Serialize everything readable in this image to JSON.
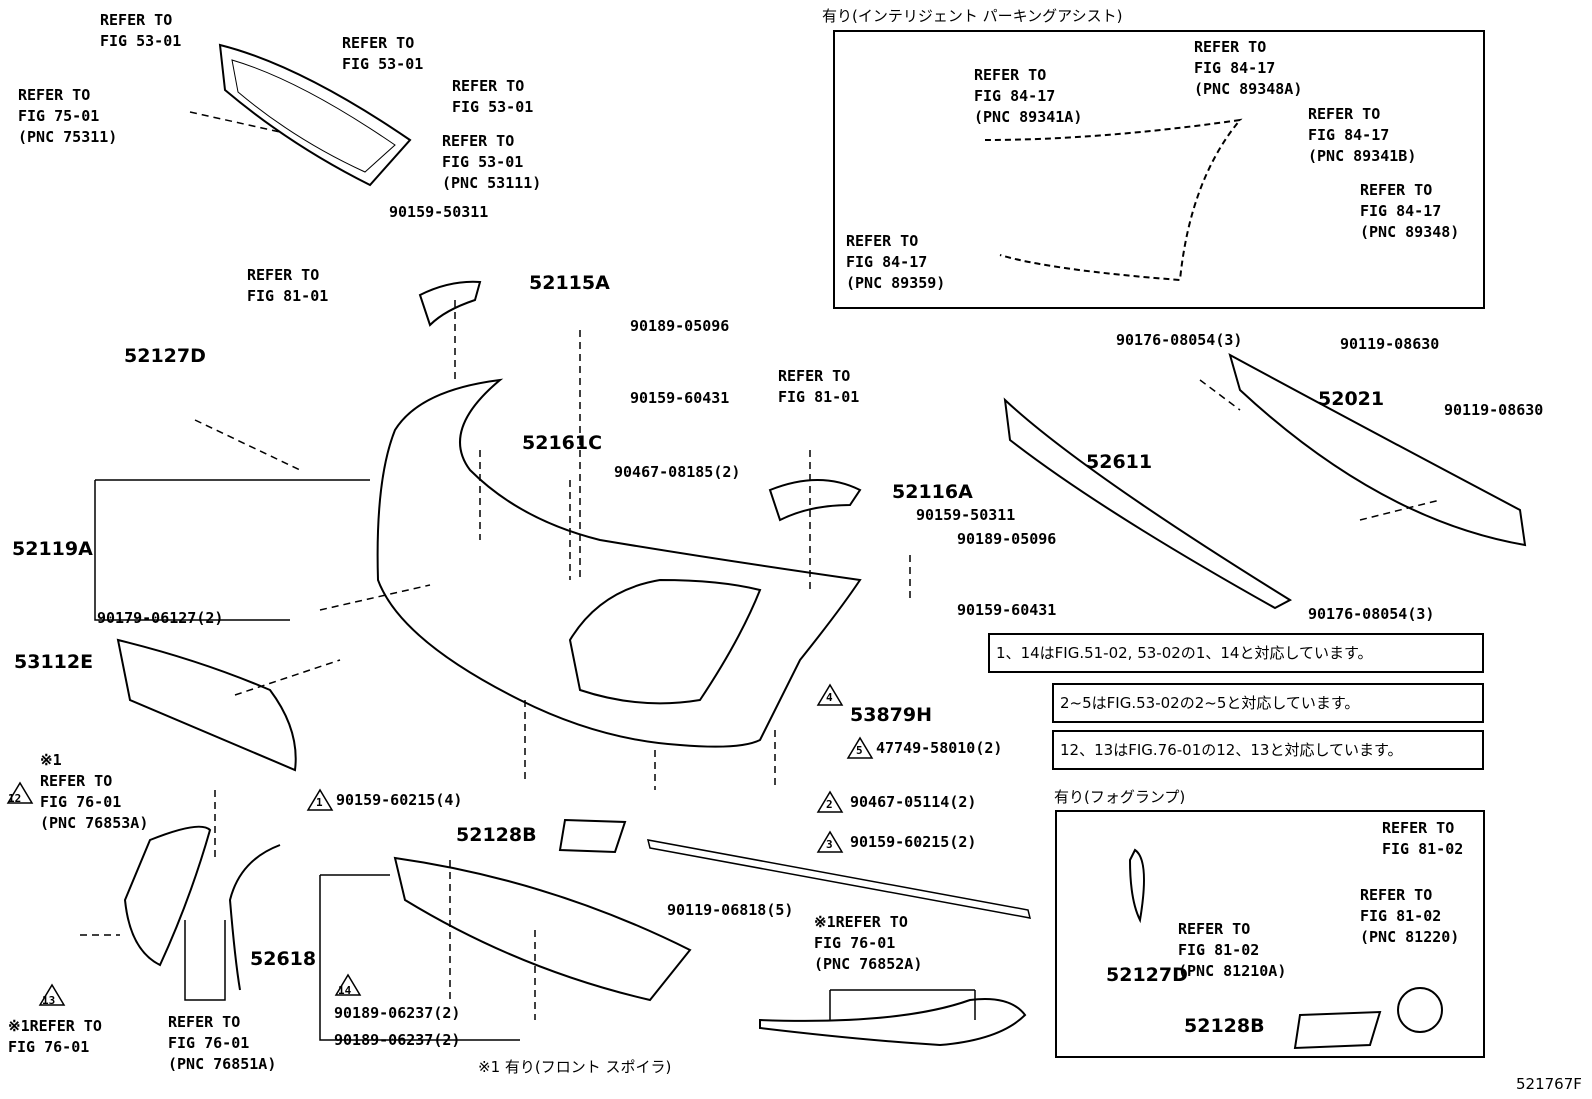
{
  "labels": {
    "ref_53_01_a": "REFER TO\nFIG 53-01",
    "ref_53_01_b": "REFER TO\nFIG 53-01",
    "ref_53_01_c": "REFER TO\nFIG 53-01",
    "ref_75_01": "REFER TO\nFIG 75-01\n(PNC 75311)",
    "ref_53_01_grille": "REFER TO\nFIG 53-01\n(PNC 53111)",
    "p_90159_50311_top": "90159-50311",
    "ref_81_01_left": "REFER TO\nFIG 81-01",
    "p_52115A": "52115A",
    "p_90189_05096_a": "90189-05096",
    "p_52127D": "52127D",
    "p_90159_60431_a": "90159-60431",
    "p_52161C": "52161C",
    "p_90467_08185": "90467-08185(2)",
    "ref_81_01_mid": "REFER TO\nFIG 81-01",
    "p_52116A": "52116A",
    "p_90159_50311_mid": "90159-50311",
    "p_90189_05096_b": "90189-05096",
    "p_90159_60431_b": "90159-60431",
    "p_52119A": "52119A",
    "p_90179_06127": "90179-06127(2)",
    "p_53112E": "53112E",
    "p_53879H": "53879H",
    "p_47749_58010": "47749-58010(2)",
    "note_x1_left": "※1\nREFER TO\nFIG 76-01\n(PNC 76853A)",
    "p_90159_60215_4": "90159-60215(4)",
    "p_90467_05114": "90467-05114(2)",
    "p_52128B": "52128B",
    "p_90159_60215_2": "90159-60215(2)",
    "p_90119_06818": "90119-06818(5)",
    "ref_76_01_spoiler": "※1REFER TO\nFIG 76-01\n(PNC 76852A)",
    "p_52618": "52618",
    "p_90189_06237_a": "90189-06237(2)",
    "p_90189_06237_b": "90189-06237(2)",
    "ref_76_01_bottom": "※1REFER TO\nFIG 76-01",
    "ref_76_01_pnc": "REFER TO\nFIG 76-01\n(PNC 76851A)",
    "note_front_spoiler": "※1 有り(フロント スポイラ)",
    "title_ipa": "有り(インテリジェント パーキングアシスト)",
    "ref_84_17_a": "REFER TO\nFIG 84-17\n(PNC 89348A)",
    "ref_84_17_b": "REFER TO\nFIG 84-17\n(PNC 89341A)",
    "ref_84_17_c": "REFER TO\nFIG 84-17\n(PNC 89341B)",
    "ref_84_17_d": "REFER TO\nFIG 84-17\n(PNC 89348)",
    "ref_84_17_e": "REFER TO\nFIG 84-17\n(PNC 89359)",
    "p_90176_08054_a": "90176-08054(3)",
    "p_90119_08630_a": "90119-08630",
    "p_52021": "52021",
    "p_90119_08630_b": "90119-08630",
    "p_52611": "52611",
    "p_90176_08054_b": "90176-08054(3)",
    "note_1": "はFIG.51-02, 53-02の",
    "note_1_end": "と対応しています。",
    "note_2": "はFIG.53-02の",
    "note_2_end": "と対応しています。",
    "note_3": "はFIG.76-01の",
    "note_3_end": "と対応しています。",
    "title_fog": "有り(フォグランプ)",
    "ref_81_02_a": "REFER TO\nFIG 81-02",
    "ref_81_02_b": "REFER TO\nFIG 81-02\n(PNC 81220)",
    "ref_81_02_c": "REFER TO\nFIG 81-02\n(PNC 81210A)",
    "p_52127D_fog": "52127D",
    "p_52128B_fog": "52128B",
    "diagram_id": "521767F",
    "tri_1": "1",
    "tri_14": "14",
    "tri_2": "2",
    "tri_5": "5",
    "tri_12": "12",
    "tri_13": "13",
    "tri_4": "4",
    "tri_3": "3",
    "sep_comma": "、",
    "sep_tilde": "~"
  }
}
